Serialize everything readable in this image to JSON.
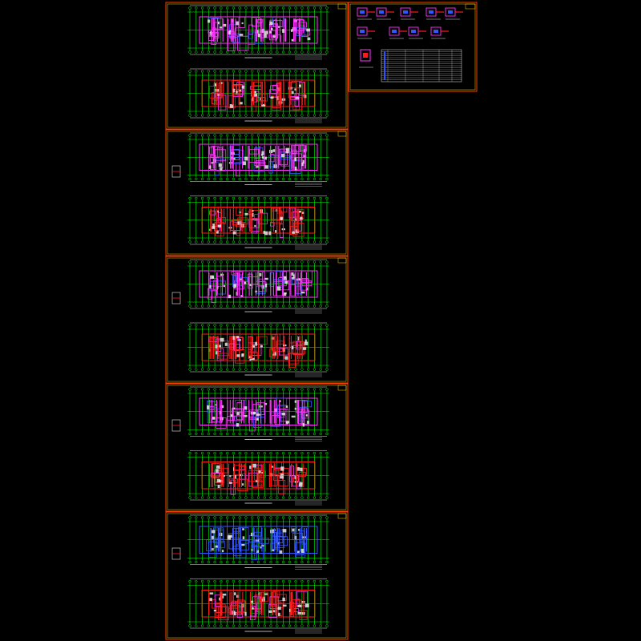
{
  "drawing_set": {
    "background": "#000000",
    "colors": {
      "frame": "#ff3b00",
      "frame_inner": "#ffd400",
      "grid_line": "#00ff00",
      "wall_red": "#ff1a1a",
      "wall_magenta": "#ff33ff",
      "blue_detail": "#3355ff",
      "white_line": "#e8e8e8",
      "cyan_detail": "#33e0ff",
      "dim_grey": "#9a9a9a"
    },
    "sheets": [
      {
        "id": "sheet-1",
        "plans": [
          {
            "kind": "magenta-floor-plan"
          },
          {
            "kind": "red-floor-plan"
          }
        ]
      },
      {
        "id": "sheet-2",
        "plans": [
          {
            "kind": "magenta-floor-plan"
          },
          {
            "kind": "red-floor-plan"
          }
        ]
      },
      {
        "id": "sheet-3",
        "plans": [
          {
            "kind": "magenta-floor-plan"
          },
          {
            "kind": "red-floor-plan"
          }
        ]
      },
      {
        "id": "sheet-4",
        "plans": [
          {
            "kind": "magenta-floor-plan"
          },
          {
            "kind": "red-floor-plan"
          }
        ]
      },
      {
        "id": "sheet-5",
        "plans": [
          {
            "kind": "blue-floor-plan"
          },
          {
            "kind": "red-floor-plan"
          }
        ]
      }
    ],
    "detail_sheet": {
      "id": "detail-sheet",
      "detail_count": 9,
      "table_rows": 16
    }
  }
}
